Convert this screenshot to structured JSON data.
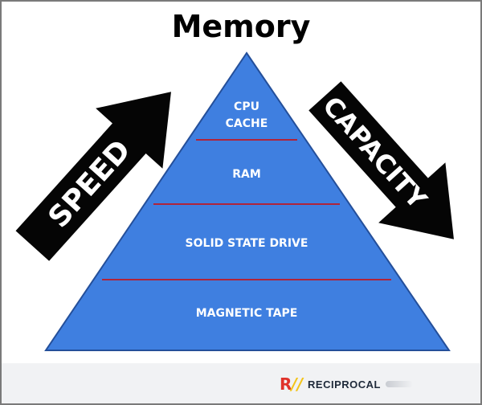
{
  "title": "Memory",
  "arrows": {
    "left_label": "SPEED",
    "right_label": "CAPACITY"
  },
  "pyramid": {
    "tiers": [
      {
        "label_lines": [
          "CPU",
          "CACHE"
        ]
      },
      {
        "label_lines": [
          "RAM"
        ]
      },
      {
        "label_lines": [
          "SOLID STATE DRIVE"
        ]
      },
      {
        "label_lines": [
          "MAGNETIC TAPE"
        ]
      }
    ]
  },
  "brand": {
    "mark_letter": "R",
    "mark_slashes": "//",
    "name": "RECIPROCAL"
  },
  "colors": {
    "pyramid_fill": "#3f7fe0",
    "pyramid_stroke": "#244f9a",
    "divider": "#b0243a",
    "arrow": "#050505",
    "text": "#ffffff"
  }
}
